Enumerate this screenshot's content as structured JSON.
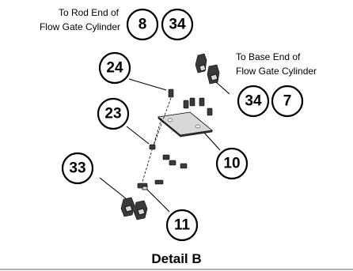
{
  "notes": {
    "rod_end_line1": "To Rod End of",
    "rod_end_line2": "Flow Gate Cylinder",
    "base_end_line1": "To Base End of",
    "base_end_line2": "Flow Gate Cylinder"
  },
  "callouts": {
    "c8": "8",
    "c34_top": "34",
    "c24": "24",
    "c34_right": "34",
    "c7": "7",
    "c23": "23",
    "c10": "10",
    "c33": "33",
    "c11": "11"
  },
  "caption": "Detail B",
  "colors": {
    "line": "#000000",
    "parts": "#3a3a3a",
    "rule": "#9a9a9a"
  }
}
